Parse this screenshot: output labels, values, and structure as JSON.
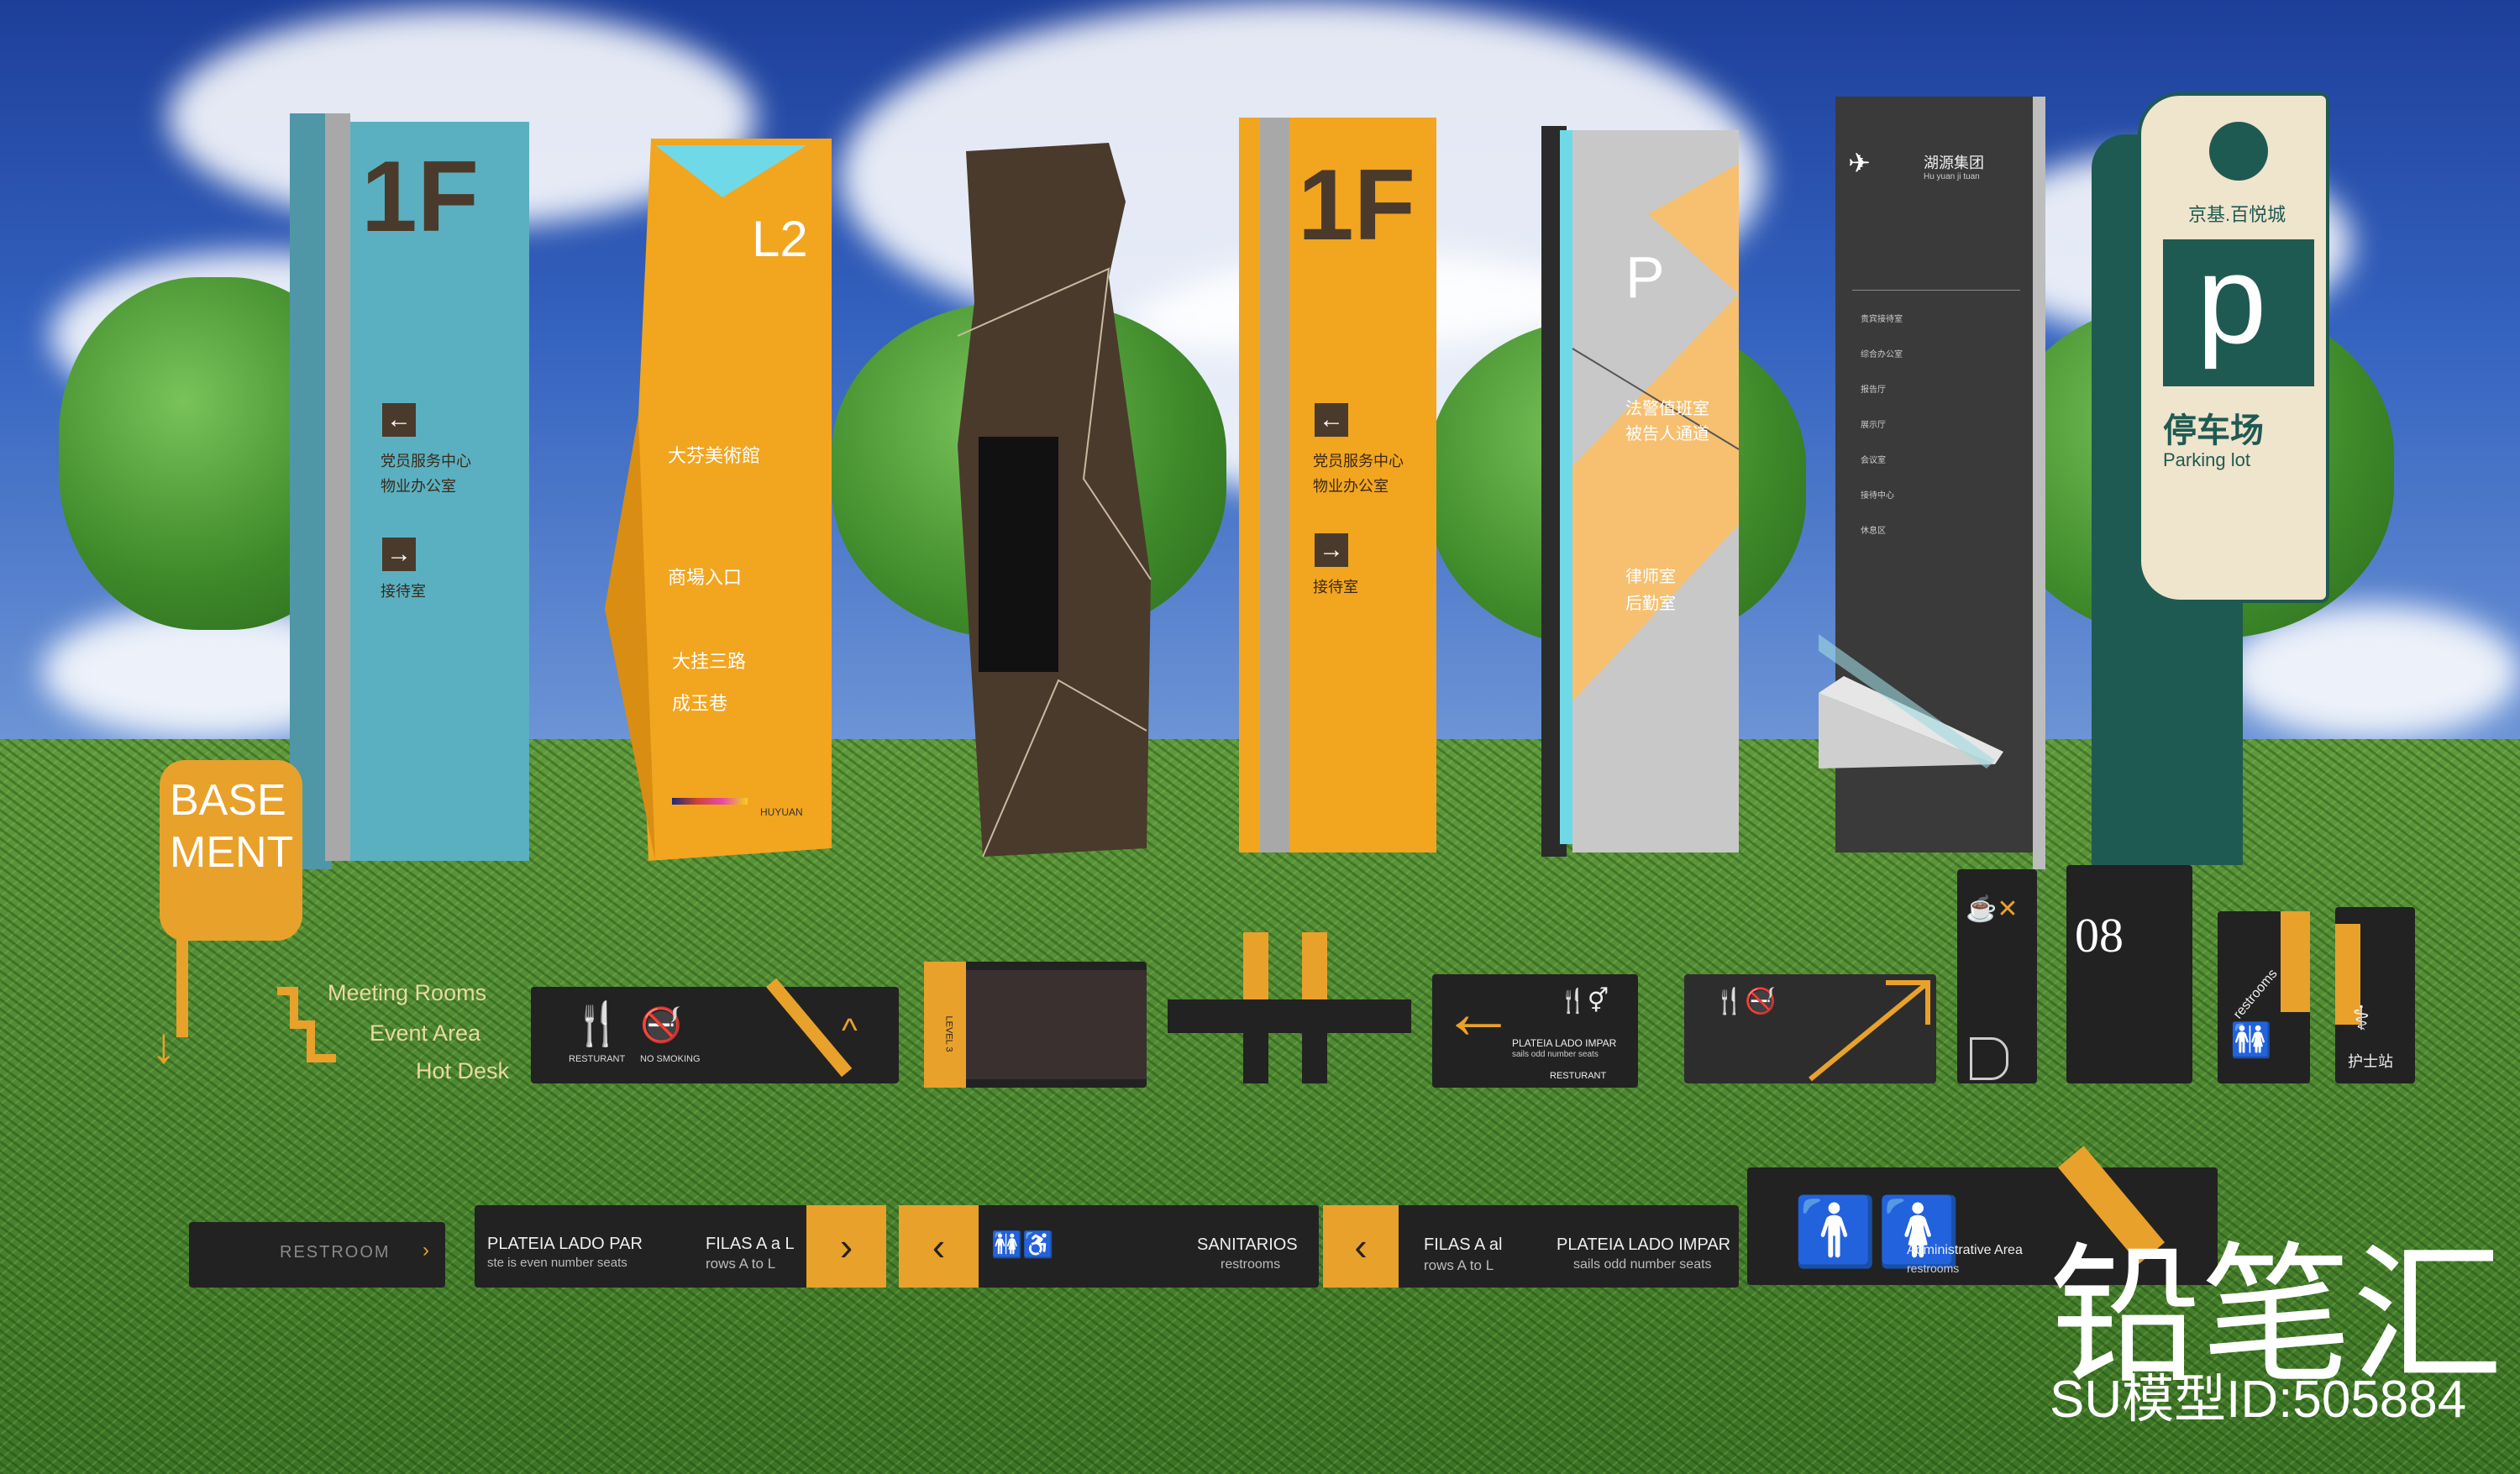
{
  "sign1": {
    "floor": "1F",
    "line1": "党员服务中心",
    "line2": "物业办公室",
    "line3": "接待室"
  },
  "sign2": {
    "level": "L2",
    "line1": "大芬美術館",
    "line2": "商場入口",
    "line3": "大挂三路",
    "line4": "成玉巷",
    "brand": "HUYUAN"
  },
  "sign4": {
    "floor": "1F",
    "line1": "党员服务中心",
    "line2": "物业办公室",
    "line3": "接待室"
  },
  "sign5": {
    "parking": "P",
    "line1": "法警值班室",
    "line2": "被告人通道",
    "line3": "律师室",
    "line4": "后勤室"
  },
  "sign6": {
    "group": "湖源集团",
    "group_en": "Hu yuan ji tuan",
    "rows": [
      "贵宾接待室",
      "综合办公室",
      "报告厅",
      "展示厅",
      "会议室",
      "接待中心",
      "休息区"
    ]
  },
  "sign7": {
    "brand": "京基.百悦城",
    "parking_letter": "p",
    "parking_cn": "停车场",
    "parking_en": "Parking lot"
  },
  "basement": {
    "line1": "BASE",
    "line2": "MENT",
    "items": [
      "Meeting Rooms",
      "Event Area",
      "Hot Desk"
    ]
  },
  "small_signs": {
    "restaurant": "RESTURANT",
    "no_smoking": "NO SMOKING",
    "level": "LEVEL 3",
    "plate_title": "PLATEIA LADO IMPAR",
    "plate_sub": "sails odd number seats",
    "plate_rest": "RESTURANT",
    "number": "08",
    "restrooms": "restrooms",
    "nurse": "护士站"
  },
  "bottom_row": {
    "restroom": "RESTROOM",
    "plate_left": "PLATEIA LADO PAR",
    "plate_left_sub": "ste is even number seats",
    "filas_left": "FILAS A a L",
    "filas_left_sub": "rows A to L",
    "sanitarios": "SANITARIOS",
    "sanitarios_sub": "restrooms",
    "filas_right": "FILAS A al",
    "filas_right_sub": "rows A to L",
    "plate_right": "PLATEIA LADO IMPAR",
    "plate_right_sub": "sails odd number seats",
    "admin": "Administrative Area",
    "admin_sub": "restrooms"
  },
  "watermark": {
    "title": "铅笔汇",
    "id": "SU模型ID:505884"
  },
  "colors": {
    "teal": "#5ab0c1",
    "orange": "#f2a51f",
    "brown": "#4a3a2c",
    "dark": "#2c2c2c",
    "green_dark": "#1f5a52"
  }
}
